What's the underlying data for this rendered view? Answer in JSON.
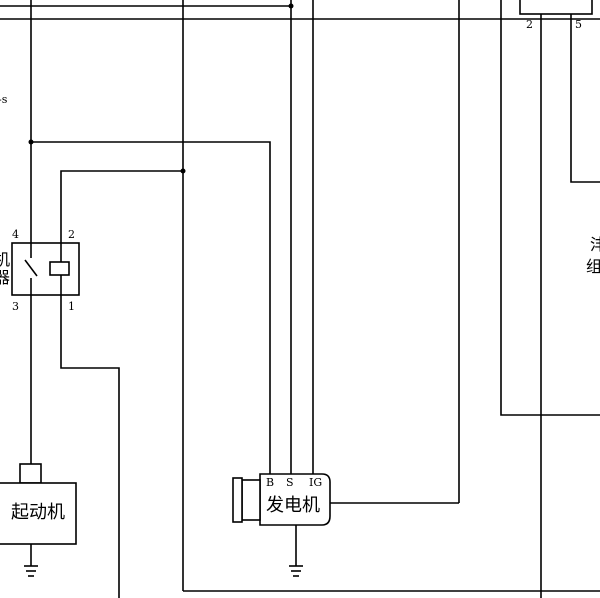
{
  "relay": {
    "label_partial_top": "机",
    "label_partial_bottom": "器",
    "pin_4": "4",
    "pin_2": "2",
    "pin_3": "3",
    "pin_1": "1"
  },
  "starter": {
    "label": "起动机"
  },
  "generator": {
    "label": "发电机",
    "terminal_b": "B",
    "terminal_s": "S",
    "terminal_ig": "IG"
  },
  "top_right_connector": {
    "pin_2": "2",
    "pin_5": "5"
  },
  "right_module": {
    "label_partial_1": "沣",
    "label_partial_2": "组"
  },
  "left_edge_fragment": "-s"
}
